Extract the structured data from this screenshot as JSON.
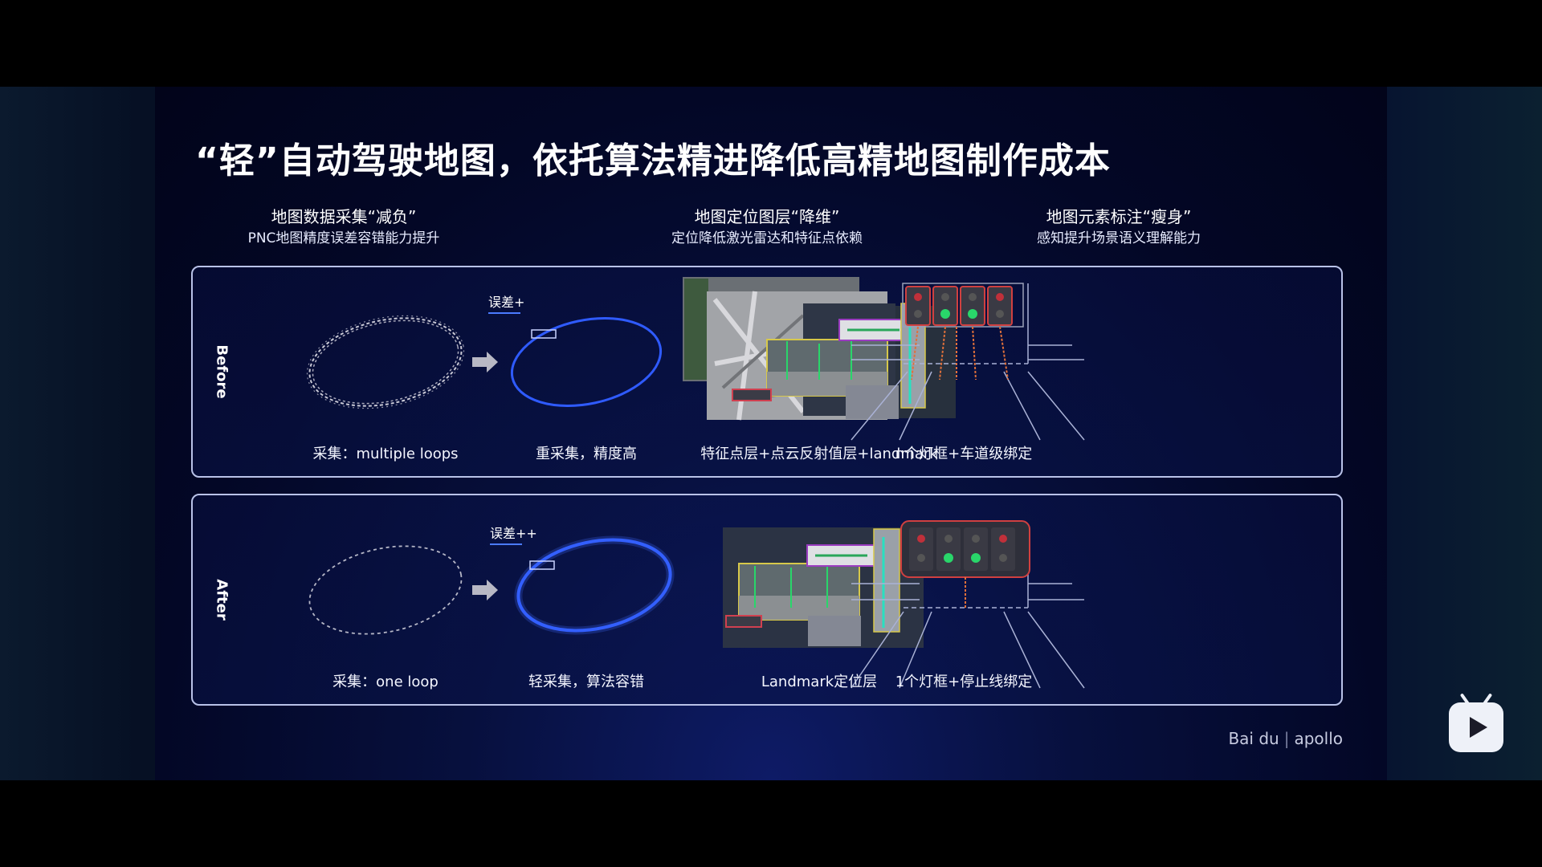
{
  "slide": {
    "title": "“轻”自动驾驶地图，依托算法精进降低高精地图制作成本",
    "columns": [
      {
        "heading": "地图数据采集“减负”",
        "subheading": "PNC地图精度误差容错能力提升"
      },
      {
        "heading": "地图定位图层“降维”",
        "subheading": "定位降低激光雷达和特征点依赖"
      },
      {
        "heading": "地图元素标注“瘦身”",
        "subheading": "感知提升场景语义理解能力"
      }
    ],
    "before": {
      "label": "Before",
      "error_label": "误差+",
      "captions": [
        "采集：multiple loops",
        "重采集，精度高",
        "特征点层+点云反射值层+landmark",
        "n个灯框+车道级绑定"
      ]
    },
    "after": {
      "label": "After",
      "error_label": "误差++",
      "captions": [
        "采集：one loop",
        "轻采集，算法容错",
        "Landmark定位层",
        "1个灯框+停止线绑定"
      ]
    },
    "logo_left": "Bai du",
    "logo_right": "apollo"
  },
  "player": {
    "icon": "bilibili-play-icon"
  },
  "colors": {
    "accent_blue": "#2f5bff",
    "panel_border": "#b9c2e8",
    "signal_green": "#29d66a",
    "signal_red": "#c0303a",
    "arrow_orange": "#e0703a"
  }
}
